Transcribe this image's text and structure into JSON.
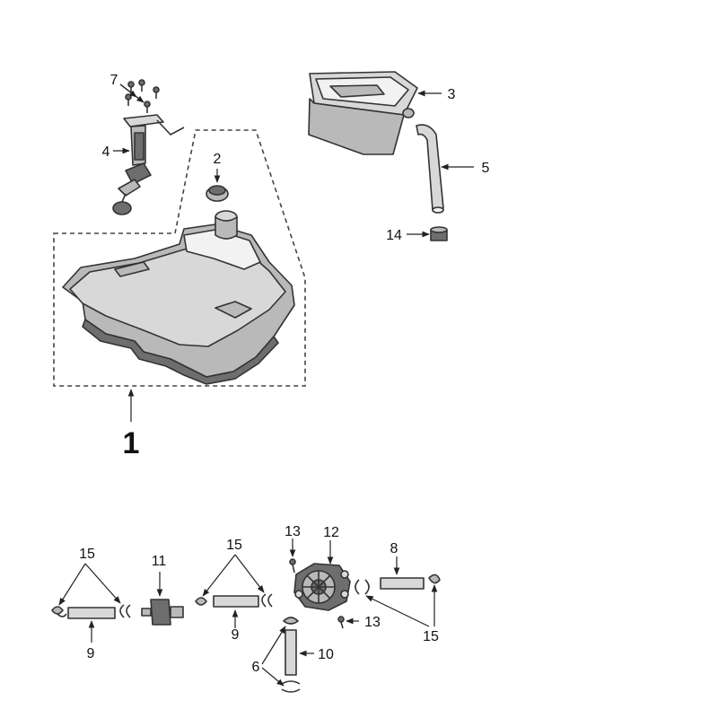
{
  "diagram": {
    "labels": {
      "tank": "1",
      "cap": "2",
      "tray": "3",
      "sender": "4",
      "hose_vertical": "5",
      "clips": "6",
      "screws": "7",
      "hose_right": "8",
      "hose_left": "9",
      "hose_left_mid": "9",
      "hose_bottom": "10",
      "filter": "11",
      "pump": "12",
      "screw_top": "13",
      "screw_bottom": "13",
      "grommet": "14",
      "clips_left": "15",
      "clips_mid": "15",
      "clips_right": "15"
    }
  }
}
